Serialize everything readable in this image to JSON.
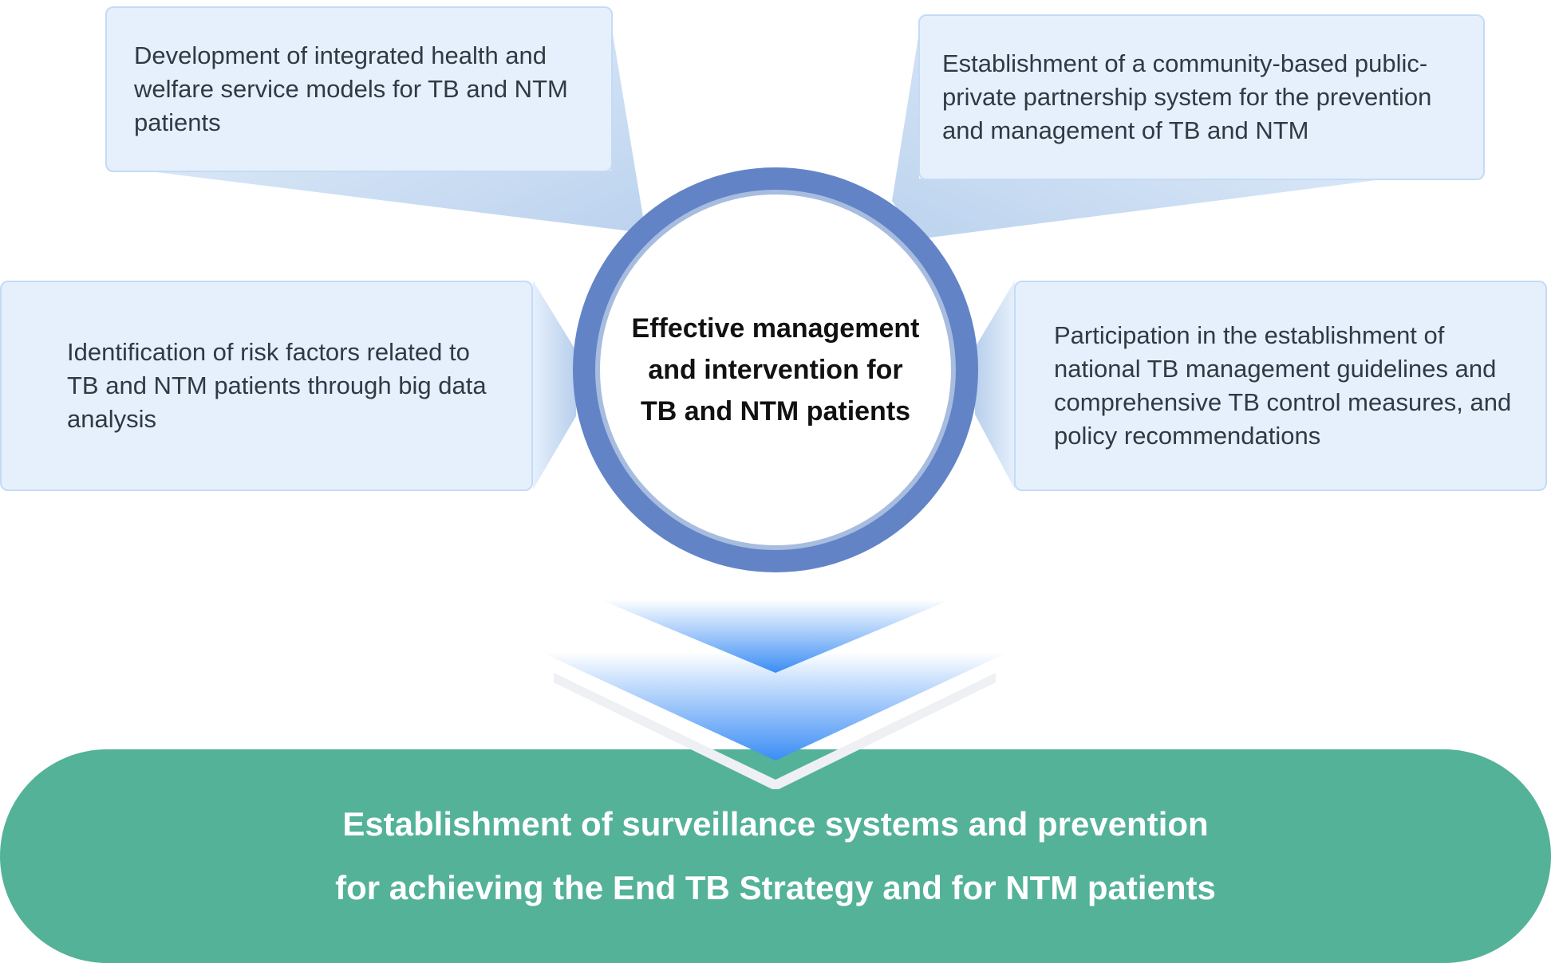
{
  "boxes": {
    "top_left": "Development of integrated health and welfare service models for TB and NTM patients",
    "top_right": "Establishment of a community-based public-private partnership system for the prevention and management of TB and NTM",
    "middle_left": "Identification of risk factors related to TB and NTM patients through big data analysis",
    "middle_right": "Participation in the establishment of national TB management guidelines and comprehensive TB control measures, and policy recommendations"
  },
  "center": {
    "line1": "Effective management",
    "line2": "and intervention for",
    "line3": "TB and NTM patients"
  },
  "result": {
    "line1": "Establishment of surveillance systems and prevention",
    "line2": "for achieving the End TB Strategy and for NTM patients"
  },
  "colors": {
    "box_fill": "#e6f0fc",
    "box_border": "#c4dbf6",
    "ring": "#6284c6",
    "ring_inner": "#a7bcdf",
    "result_fill": "#53b297",
    "arrow": "#3b8df5"
  }
}
